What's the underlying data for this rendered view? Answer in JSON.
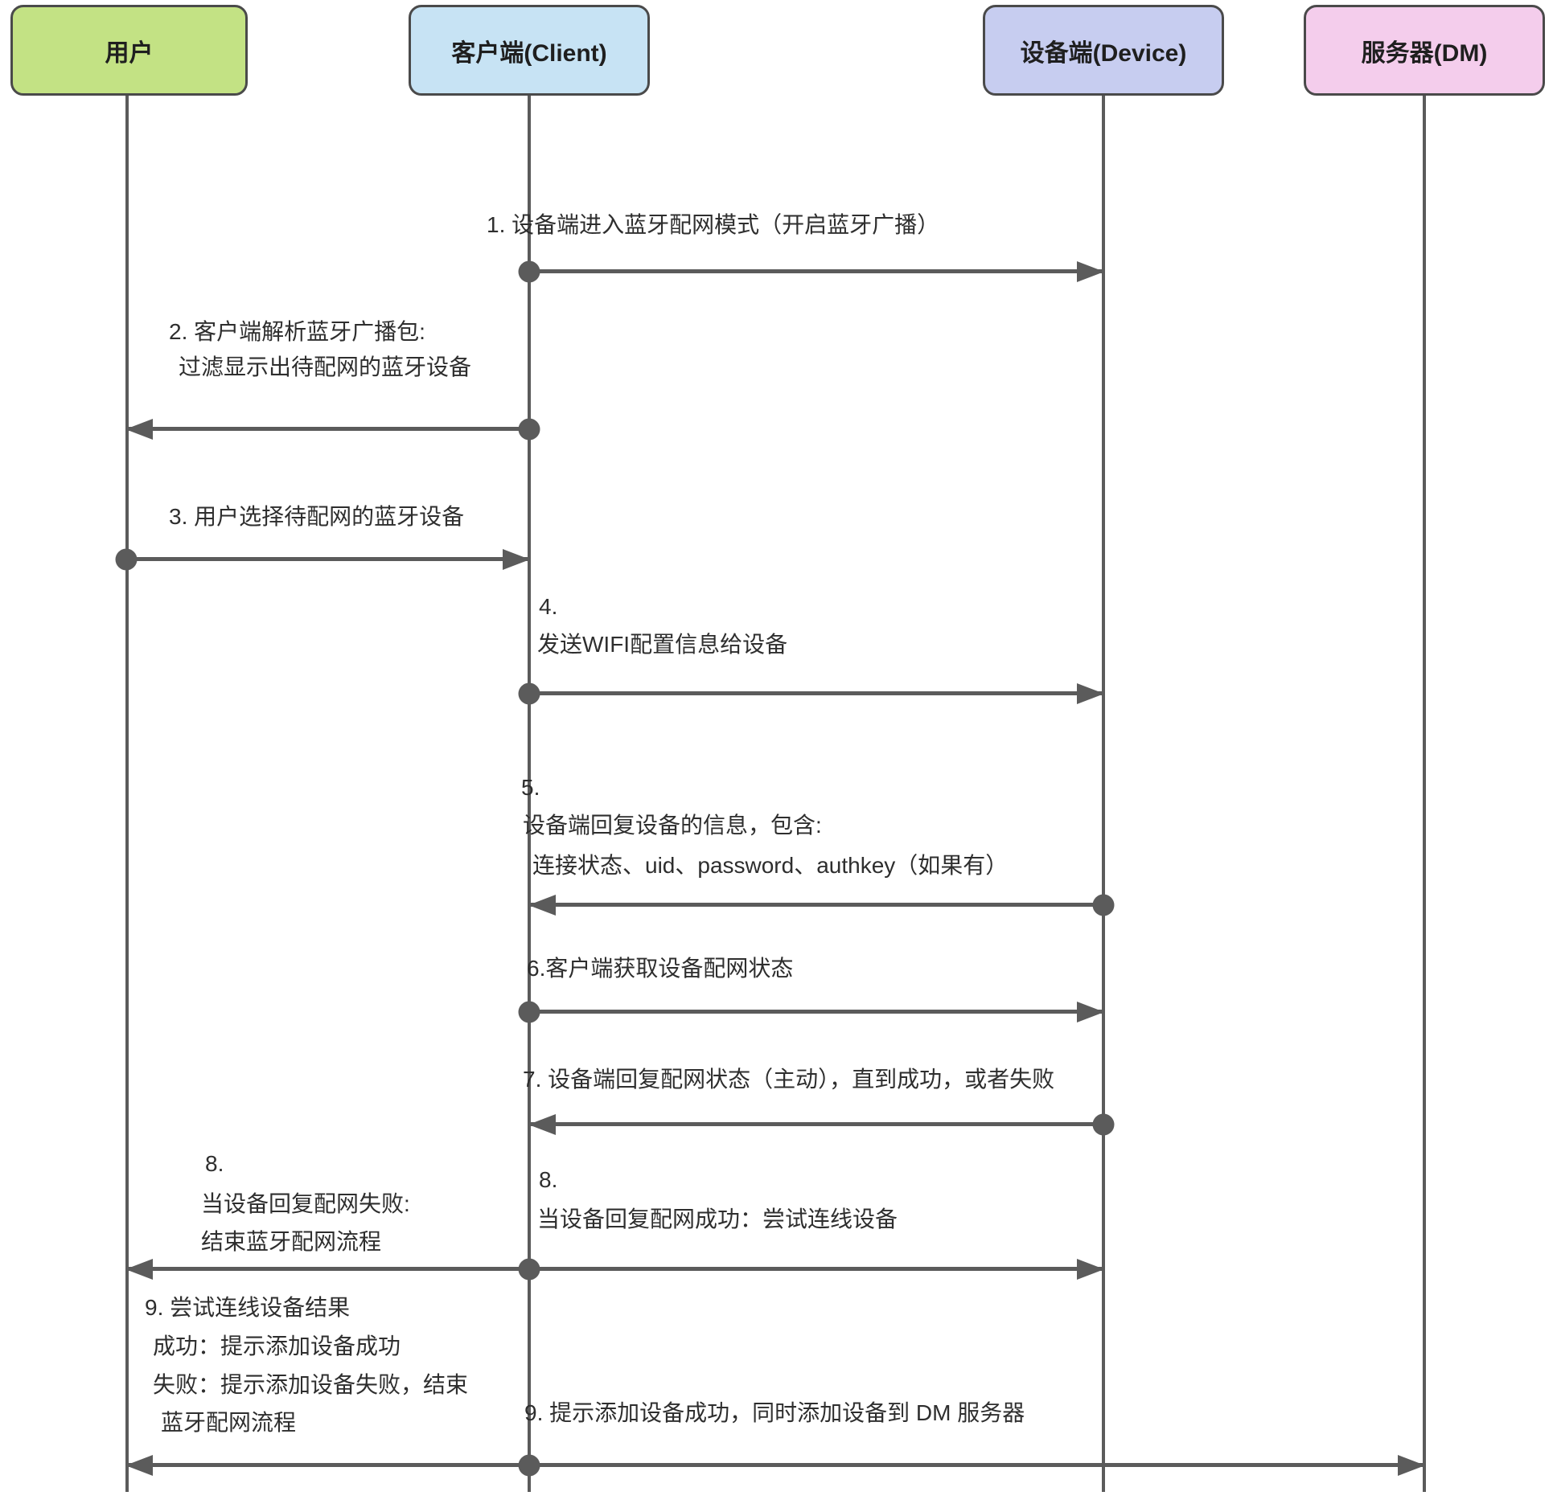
{
  "actors": [
    {
      "id": "user",
      "label": "用户",
      "fill": "#c3e284"
    },
    {
      "id": "client",
      "label": "客户端(Client)",
      "fill": "#c7e3f4"
    },
    {
      "id": "device",
      "label": "设备端(Device)",
      "fill": "#c7cdf0"
    },
    {
      "id": "server",
      "label": "服务器(DM)",
      "fill": "#f4cdec"
    }
  ],
  "colors": {
    "line": "#5b5b5b",
    "box_border": "#4a4a4a",
    "text": "#2e2e2e"
  },
  "messages": {
    "m1": {
      "from": "client",
      "to": "device",
      "lines": [
        "1. 设备端进入蓝牙配网模式（开启蓝牙广播）"
      ]
    },
    "m2": {
      "from": "client",
      "to": "user",
      "lines": [
        "2. 客户端解析蓝牙广播包:",
        "过滤显示出待配网的蓝牙设备"
      ]
    },
    "m3": {
      "from": "user",
      "to": "client",
      "lines": [
        "3. 用户选择待配网的蓝牙设备"
      ]
    },
    "m4": {
      "from": "client",
      "to": "device",
      "lines": [
        "4.",
        "发送WIFI配置信息给设备"
      ]
    },
    "m5": {
      "from": "device",
      "to": "client",
      "lines": [
        "5.",
        "设备端回复设备的信息，包含:",
        "连接状态、uid、password、authkey（如果有）"
      ]
    },
    "m6": {
      "from": "client",
      "to": "device",
      "lines": [
        "6.客户端获取设备配网状态"
      ]
    },
    "m7": {
      "from": "device",
      "to": "client",
      "lines": [
        "7. 设备端回复配网状态（主动），直到成功，或者失败"
      ]
    },
    "m8_fail": {
      "from": "client",
      "to": "user",
      "lines": [
        "8.",
        "当设备回复配网失败:",
        "结束蓝牙配网流程"
      ]
    },
    "m8_success": {
      "from": "client",
      "to": "device",
      "lines": [
        "8.",
        "当设备回复配网成功：尝试连线设备"
      ]
    },
    "m9_user": {
      "from": "client",
      "to": "user",
      "lines": [
        "9. 尝试连线设备结果",
        "成功：提示添加设备成功",
        "失败：提示添加设备失败，结束",
        "蓝牙配网流程"
      ]
    },
    "m9_server": {
      "from": "client",
      "to": "server",
      "lines": [
        "9. 提示添加设备成功，同时添加设备到 DM 服务器"
      ]
    }
  }
}
